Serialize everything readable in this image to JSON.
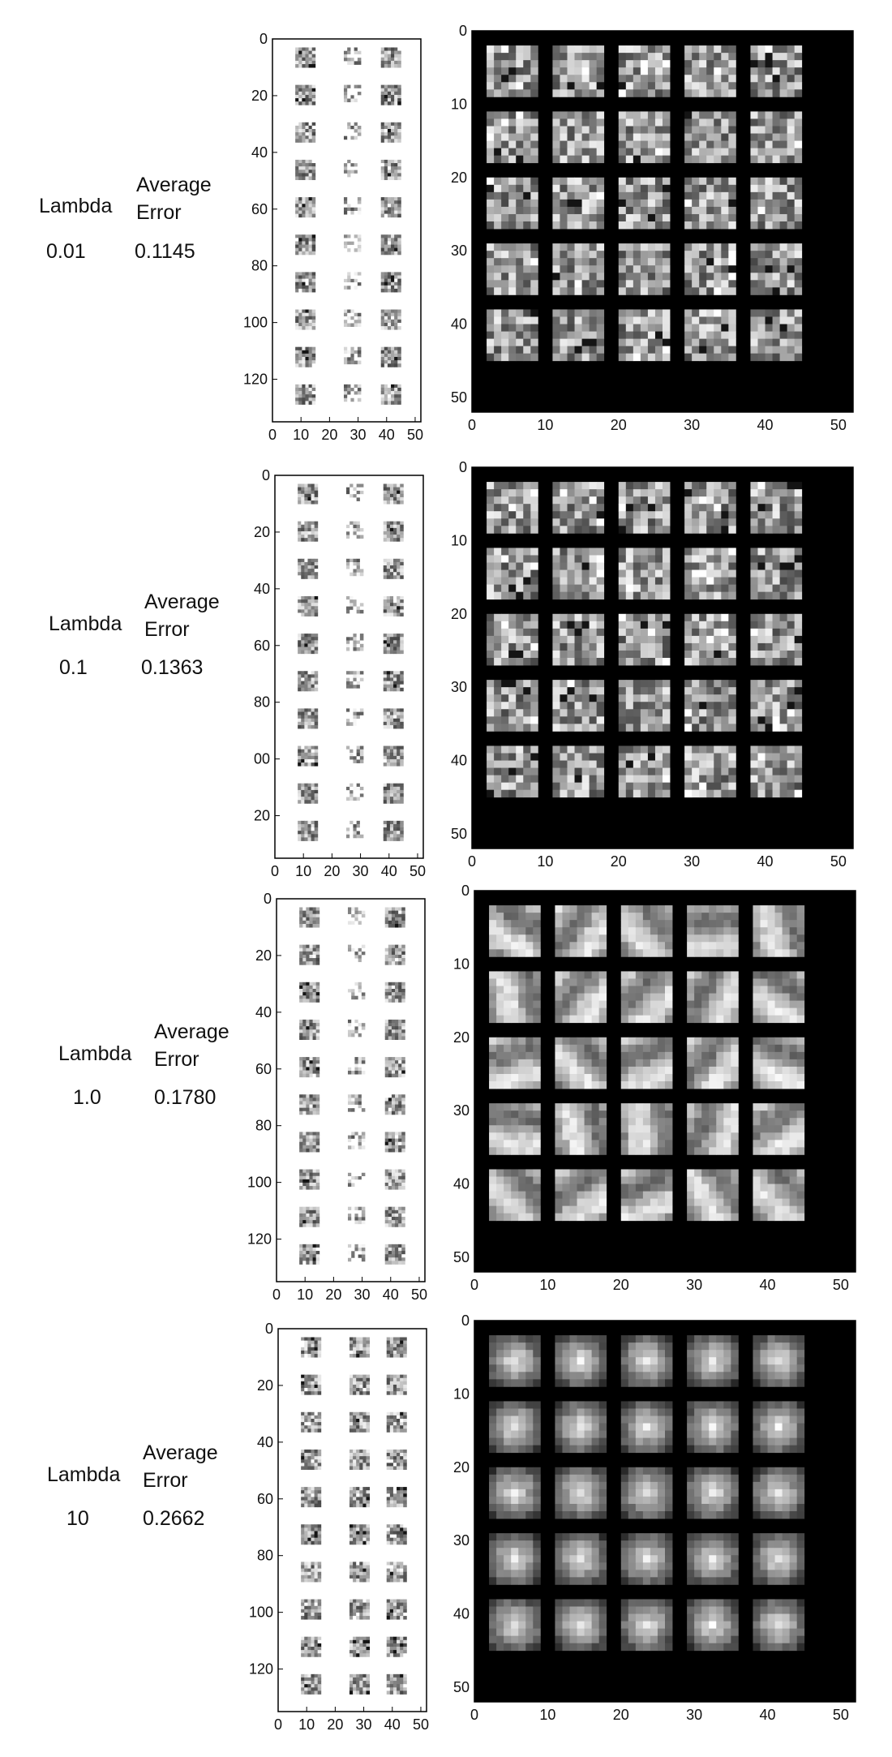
{
  "stat_labels": {
    "lambda": "Lambda",
    "avg_error_line1": "Average",
    "avg_error_line2": "Error"
  },
  "panels": [
    {
      "lambda": "0.01",
      "average_error": "0.1145",
      "style": "noisy",
      "left_yticks": [
        "0",
        "20",
        "40",
        "60",
        "80",
        "100",
        "120"
      ],
      "left_xticks": [
        "0",
        "10",
        "20",
        "30",
        "40",
        "50"
      ],
      "right_yticks": [
        "0",
        "10",
        "20",
        "30",
        "40",
        "50"
      ],
      "right_xticks": [
        "0",
        "10",
        "20",
        "30",
        "40",
        "50"
      ]
    },
    {
      "lambda": "0.1",
      "average_error": "0.1363",
      "style": "noisy",
      "left_yticks": [
        "0",
        "20",
        "40",
        "60",
        "80",
        "00",
        "20"
      ],
      "left_xticks": [
        "0",
        "10",
        "20",
        "30",
        "40",
        "50"
      ],
      "right_yticks": [
        "0",
        "10",
        "20",
        "30",
        "40",
        "50"
      ],
      "right_xticks": [
        "0",
        "10",
        "20",
        "30",
        "40",
        "50"
      ]
    },
    {
      "lambda": "1.0",
      "average_error": "0.1780",
      "style": "smooth",
      "left_yticks": [
        "0",
        "20",
        "40",
        "60",
        "80",
        "100",
        "120"
      ],
      "left_xticks": [
        "0",
        "10",
        "20",
        "30",
        "40",
        "50"
      ],
      "right_yticks": [
        "0",
        "10",
        "20",
        "30",
        "40",
        "50"
      ],
      "right_xticks": [
        "0",
        "10",
        "20",
        "30",
        "40",
        "50"
      ]
    },
    {
      "lambda": "10",
      "average_error": "0.2662",
      "style": "blob",
      "left_yticks": [
        "0",
        "20",
        "40",
        "60",
        "80",
        "100",
        "120"
      ],
      "left_xticks": [
        "0",
        "10",
        "20",
        "30",
        "40",
        "50"
      ],
      "right_yticks": [
        "0",
        "10",
        "20",
        "30",
        "40",
        "50"
      ],
      "right_xticks": [
        "0",
        "10",
        "20",
        "30",
        "40",
        "50"
      ]
    }
  ],
  "chart_data": [
    {
      "type": "heatmap",
      "title": "",
      "colormap": "grayscale",
      "lambda": 0.01,
      "average_error": 0.1145,
      "left": {
        "grid": "10 rows x 3 columns of filter images",
        "xlim": [
          0,
          52
        ],
        "ylim": [
          135,
          0
        ]
      },
      "right": {
        "grid": "5 x 5 learned features (7x7 pixels each)",
        "xlim": [
          0,
          52
        ],
        "ylim": [
          52,
          0
        ]
      }
    },
    {
      "type": "heatmap",
      "title": "",
      "colormap": "grayscale",
      "lambda": 0.1,
      "average_error": 0.1363,
      "left": {
        "grid": "10 rows x 3 columns of filter images",
        "xlim": [
          0,
          52
        ],
        "ylim": [
          135,
          0
        ]
      },
      "right": {
        "grid": "5 x 5 learned features (7x7 pixels each)",
        "xlim": [
          0,
          52
        ],
        "ylim": [
          52,
          0
        ]
      }
    },
    {
      "type": "heatmap",
      "title": "",
      "colormap": "grayscale",
      "lambda": 1.0,
      "average_error": 0.178,
      "left": {
        "grid": "10 rows x 3 columns of filter images",
        "xlim": [
          0,
          52
        ],
        "ylim": [
          135,
          0
        ]
      },
      "right": {
        "grid": "5 x 5 learned features (7x7 pixels each)",
        "xlim": [
          0,
          52
        ],
        "ylim": [
          52,
          0
        ]
      }
    },
    {
      "type": "heatmap",
      "title": "",
      "colormap": "grayscale",
      "lambda": 10,
      "average_error": 0.2662,
      "left": {
        "grid": "10 rows x 3 columns of filter images",
        "xlim": [
          0,
          52
        ],
        "ylim": [
          135,
          0
        ]
      },
      "right": {
        "grid": "5 x 5 learned features (7x7 pixels each)",
        "xlim": [
          0,
          52
        ],
        "ylim": [
          52,
          0
        ]
      }
    }
  ]
}
